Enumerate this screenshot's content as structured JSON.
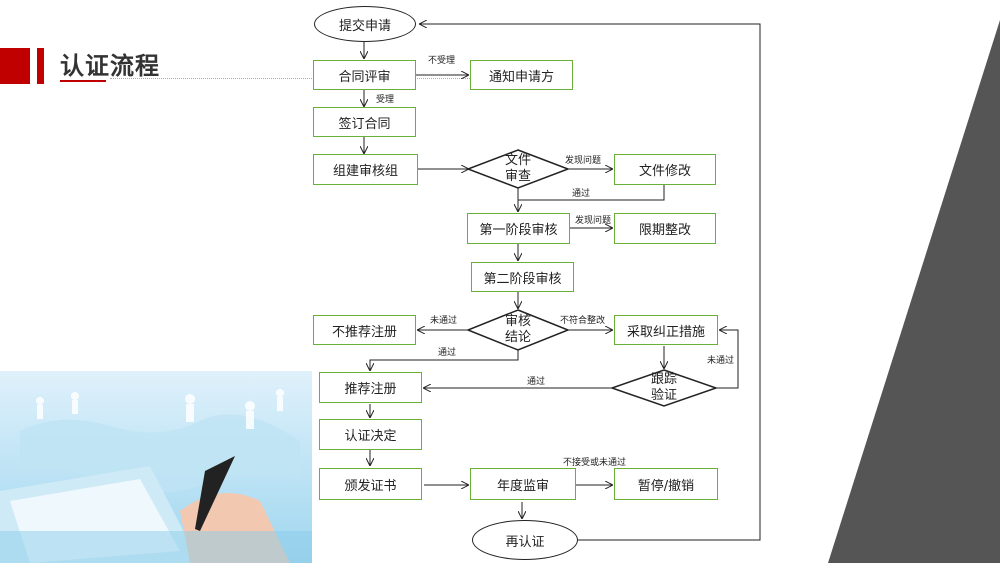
{
  "page": {
    "title": "认证流程"
  },
  "nodes": {
    "submit": "提交申请",
    "contract_review": "合同评审",
    "notify": "通知申请方",
    "sign": "签订合同",
    "form_team": "组建审核组",
    "doc_review": "文件\n审查",
    "doc_modify": "文件修改",
    "stage1": "第一阶段审核",
    "deadline_fix": "限期整改",
    "stage2": "第二阶段审核",
    "conclusion": "审核\n结论",
    "not_recommend": "不推荐注册",
    "corrective": "采取纠正措施",
    "track_verify": "跟踪\n验证",
    "recommend": "推荐注册",
    "cert_decision": "认证决定",
    "issue_cert": "颁发证书",
    "annual": "年度监审",
    "suspend": "暂停/撤销",
    "recert": "再认证"
  },
  "edge_labels": {
    "not_accepted": "不受理",
    "accepted": "受理",
    "found_issue_1": "发现问题",
    "pass_1": "通过",
    "found_issue_2": "发现问题",
    "not_pass_1": "未通过",
    "nonconform": "不符合整改",
    "pass_2": "通过",
    "not_pass_2": "未通过",
    "pass_3": "通过",
    "not_accept_or_pass": "不接受或未通过"
  },
  "colors": {
    "accent": "#c00000",
    "box_border": "#6aaf3a",
    "gray_triangle": "#555555"
  }
}
